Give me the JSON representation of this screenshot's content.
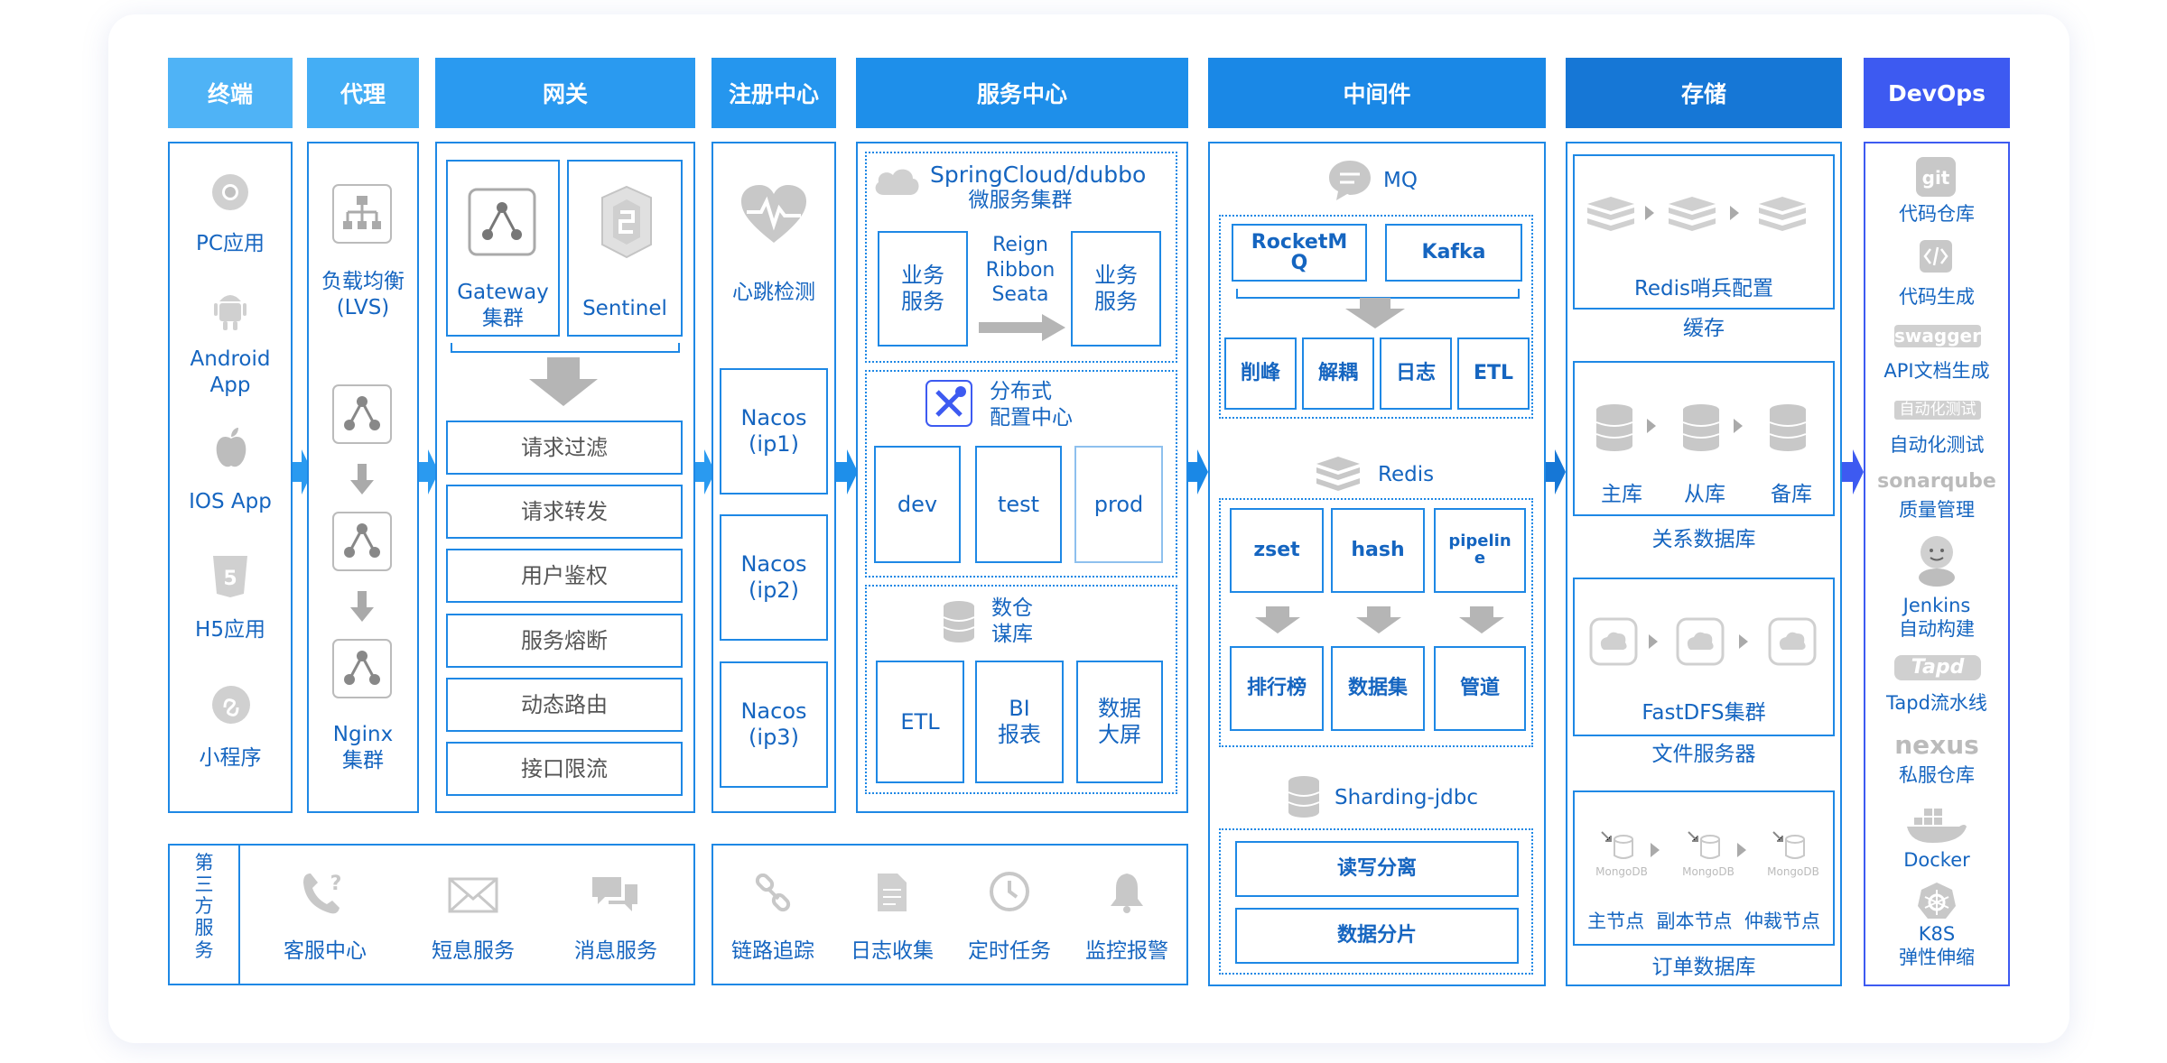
{
  "headers": {
    "terminal": "终端",
    "proxy": "代理",
    "gateway": "网关",
    "registry": "注册中心",
    "service": "服务中心",
    "middleware": "中间件",
    "storage": "存储",
    "devops": "DevOps"
  },
  "terminal": {
    "items": [
      "PC应用",
      "Android\nApp",
      "IOS App",
      "H5应用",
      "小程序"
    ]
  },
  "proxy": {
    "lb": "负载均衡\n(LVS)",
    "nginx": "Nginx\n集群"
  },
  "gateway": {
    "gateway_cluster": "Gateway\n集群",
    "sentinel": "Sentinel",
    "functions": [
      "请求过滤",
      "请求转发",
      "用户鉴权",
      "服务熔断",
      "动态路由",
      "接口限流"
    ]
  },
  "registry": {
    "heartbeat": "心跳检测",
    "nodes": [
      "Nacos\n(ip1)",
      "Nacos\n(ip2)",
      "Nacos\n(ip3)"
    ]
  },
  "service": {
    "cloud_title": "SpringCloud/dubbo",
    "cloud_sub": "微服务集群",
    "biz1": "业务\n服务",
    "biz2": "业务\n服务",
    "rpc": "Reign\nRibbon\nSeata",
    "config_title": "分布式\n配置中心",
    "envs": [
      "dev",
      "test",
      "prod"
    ],
    "dw_title": "数仓\n谋库",
    "dw_items": [
      "ETL",
      "BI\n报表",
      "数据\n大屏"
    ]
  },
  "middleware": {
    "mq_title": "MQ",
    "mq_items": [
      "RocketM\nQ",
      "Kafka"
    ],
    "mq_funcs": [
      "削峰",
      "解耦",
      "日志",
      "ETL"
    ],
    "redis_title": "Redis",
    "redis_types": [
      "zset",
      "hash",
      "pipelin\ne"
    ],
    "redis_uses": [
      "排行榜",
      "数据集",
      "管道"
    ],
    "sharding_title": "Sharding-jdbc",
    "sharding_items": [
      "读写分离",
      "数据分片"
    ]
  },
  "storage": {
    "redis_sentinel": "Redis哨兵配置",
    "cache": "缓存",
    "db_nodes": [
      "主库",
      "从库",
      "备库"
    ],
    "rdb": "关系数据库",
    "fastdfs": "FastDFS集群",
    "file_server": "文件服务器",
    "mongo_label": "MongoDB",
    "mongo_nodes": "主节点  副本节点  仲裁节点",
    "order_db": "订单数据库"
  },
  "devops": {
    "items": [
      {
        "icon": "git",
        "label": "代码仓库"
      },
      {
        "icon": "",
        "label": "代码生成"
      },
      {
        "icon": "swagger",
        "label": "API文档生成"
      },
      {
        "icon": "自动化测试",
        "label": "自动化测试"
      },
      {
        "icon": "sonarqube",
        "label": "质量管理"
      },
      {
        "icon": "",
        "label": "Jenkins\n自动构建"
      },
      {
        "icon": "Tapd",
        "label": "Tapd流水线"
      },
      {
        "icon": "nexus",
        "label": "私服仓库"
      },
      {
        "icon": "",
        "label": "Docker"
      },
      {
        "icon": "",
        "label": "K8S\n弹性伸缩"
      }
    ]
  },
  "third_party": {
    "title": "第\n三\n方\n服\n务",
    "items": [
      "客服中心",
      "短息服务",
      "消息服务"
    ]
  },
  "ops": {
    "items": [
      "链路追踪",
      "日志收集",
      "定时任务",
      "监控报警"
    ]
  },
  "colors": {
    "h1": "#4fb3f6",
    "h2": "#2a9af0",
    "h3": "#1a88e6",
    "h4": "#1677d6",
    "h5": "#3d5af1",
    "border": "#1e88e5",
    "text": "#1565c0",
    "gray": "#c8c8c8"
  }
}
